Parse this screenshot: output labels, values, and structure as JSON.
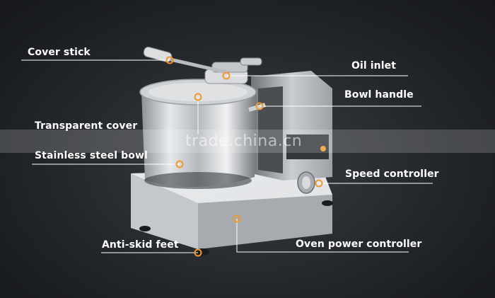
{
  "colors": {
    "accent": "#f0982e",
    "leader_line": "#ffffff",
    "background": "#23262a"
  },
  "labels": {
    "cover_stick": "Cover stick",
    "oil_inlet": "Oil inlet",
    "bowl_handle": "Bowl handle",
    "transparent_cover": "Transparent cover",
    "stainless_steel_bowl": "Stainless steel bowl",
    "speed_controller": "Speed controller",
    "anti_skid_feet": "Anti-skid feet",
    "oven_power_controller": "Oven power controller"
  },
  "watermark": "trade.china.cn"
}
